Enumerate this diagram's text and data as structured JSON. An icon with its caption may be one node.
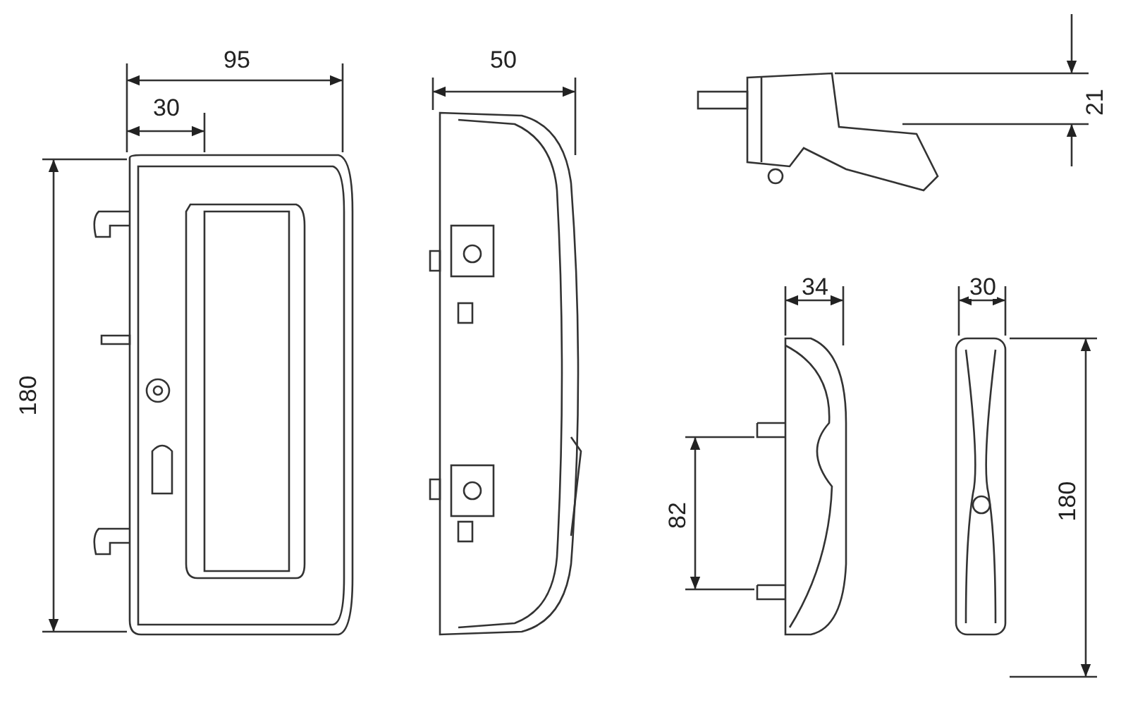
{
  "diagram": {
    "labels": [
      "95",
      "50",
      "21",
      "30",
      "180",
      "34",
      "30",
      "82",
      "180"
    ]
  }
}
